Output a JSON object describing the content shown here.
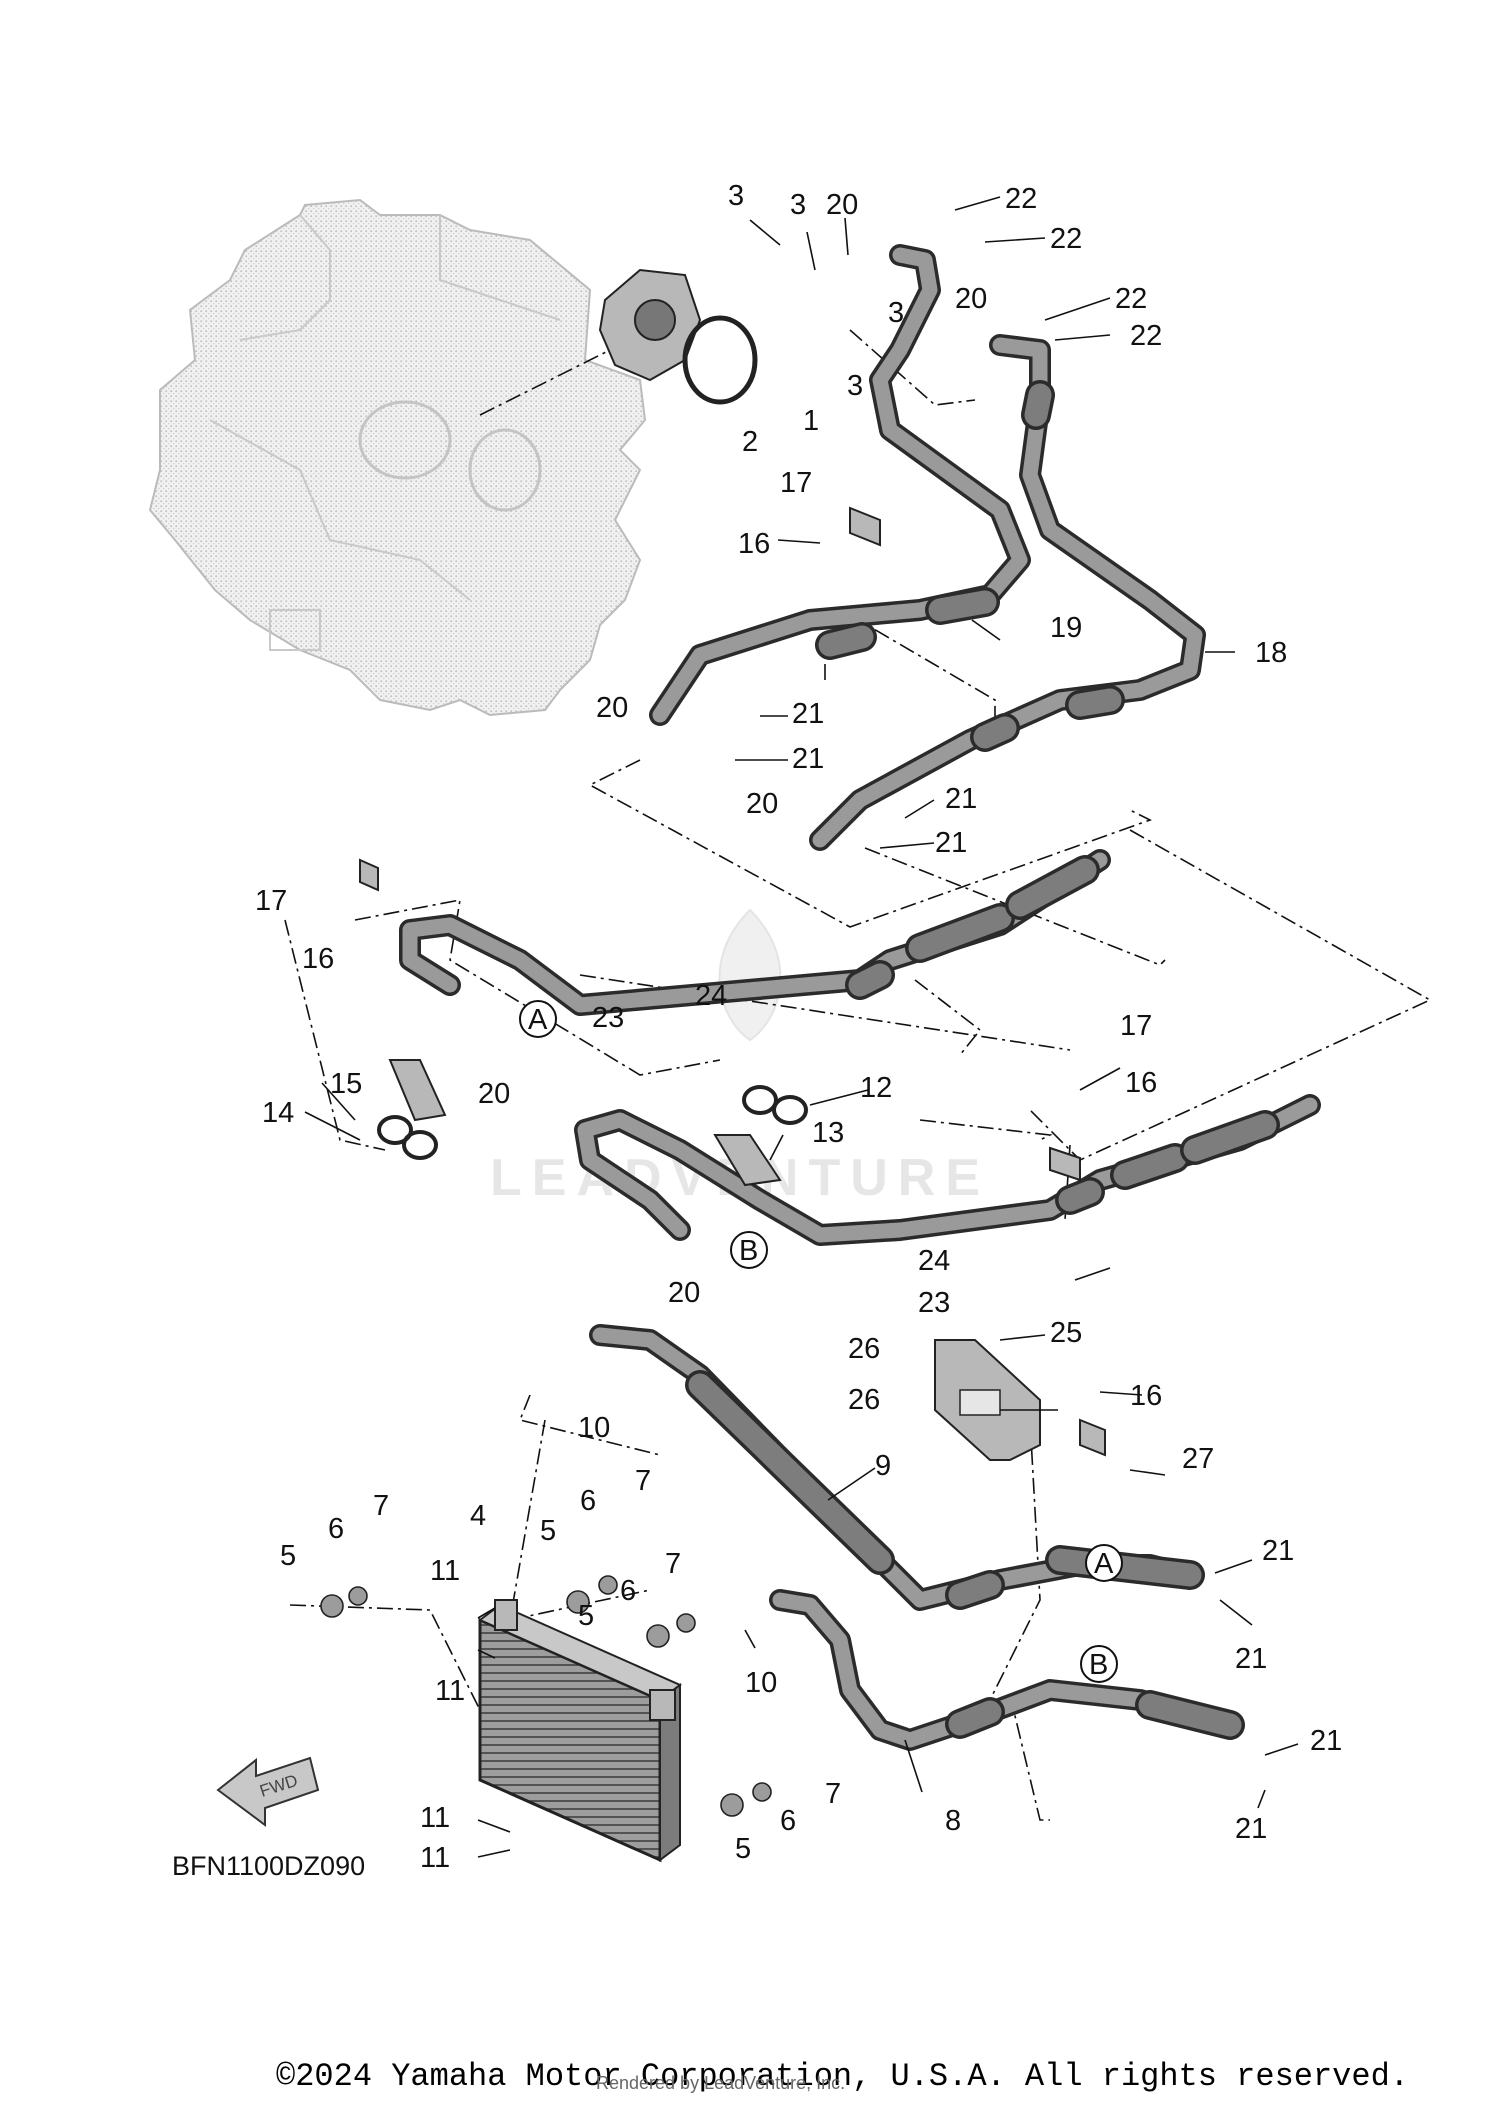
{
  "diagram_code": "BFN1100DZ090",
  "fwd_label": "FWD",
  "watermark": "LEADVENTURE",
  "copyright": "©2024 Yamaha Motor Corporation, U.S.A. All rights reserved.",
  "rendered_by": "Rendered by LeadVenture, Inc.",
  "reference_marks": [
    "A",
    "B"
  ],
  "callouts": [
    {
      "label": "1"
    },
    {
      "label": "2"
    },
    {
      "label": "3"
    },
    {
      "label": "3"
    },
    {
      "label": "3"
    },
    {
      "label": "3"
    },
    {
      "label": "20"
    },
    {
      "label": "22"
    },
    {
      "label": "22"
    },
    {
      "label": "20"
    },
    {
      "label": "22"
    },
    {
      "label": "22"
    },
    {
      "label": "17"
    },
    {
      "label": "16"
    },
    {
      "label": "19"
    },
    {
      "label": "18"
    },
    {
      "label": "20"
    },
    {
      "label": "21"
    },
    {
      "label": "21"
    },
    {
      "label": "20"
    },
    {
      "label": "21"
    },
    {
      "label": "21"
    },
    {
      "label": "17"
    },
    {
      "label": "16"
    },
    {
      "label": "24"
    },
    {
      "label": "23"
    },
    {
      "label": "12"
    },
    {
      "label": "13"
    },
    {
      "label": "15"
    },
    {
      "label": "14"
    },
    {
      "label": "20"
    },
    {
      "label": "17"
    },
    {
      "label": "16"
    },
    {
      "label": "24"
    },
    {
      "label": "23"
    },
    {
      "label": "20"
    },
    {
      "label": "26"
    },
    {
      "label": "26"
    },
    {
      "label": "25"
    },
    {
      "label": "16"
    },
    {
      "label": "27"
    },
    {
      "label": "10"
    },
    {
      "label": "9"
    },
    {
      "label": "7"
    },
    {
      "label": "6"
    },
    {
      "label": "5"
    },
    {
      "label": "4"
    },
    {
      "label": "5"
    },
    {
      "label": "6"
    },
    {
      "label": "7"
    },
    {
      "label": "7"
    },
    {
      "label": "6"
    },
    {
      "label": "5"
    },
    {
      "label": "11"
    },
    {
      "label": "11"
    },
    {
      "label": "21"
    },
    {
      "label": "21"
    },
    {
      "label": "10"
    },
    {
      "label": "21"
    },
    {
      "label": "21"
    },
    {
      "label": "8"
    },
    {
      "label": "7"
    },
    {
      "label": "6"
    },
    {
      "label": "5"
    },
    {
      "label": "11"
    },
    {
      "label": "11"
    }
  ]
}
